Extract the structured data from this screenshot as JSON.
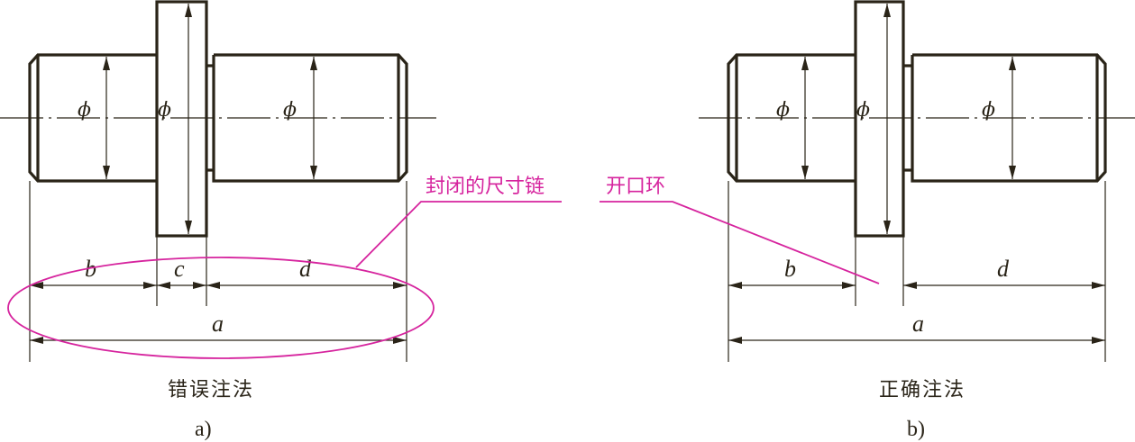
{
  "left": {
    "caption": "错误注法",
    "sublabel": "a)",
    "dims": {
      "b": "b",
      "c": "c",
      "d": "d",
      "a": "a"
    },
    "diameter_symbol": "ϕ",
    "note": "封闭的尺寸链"
  },
  "right": {
    "caption": "正确注法",
    "sublabel": "b)",
    "dims": {
      "b": "b",
      "d": "d",
      "a": "a"
    },
    "diameter_symbol": "ϕ",
    "note": "开口环"
  },
  "colors": {
    "line": "#2a2418",
    "highlight": "#d6249e"
  }
}
